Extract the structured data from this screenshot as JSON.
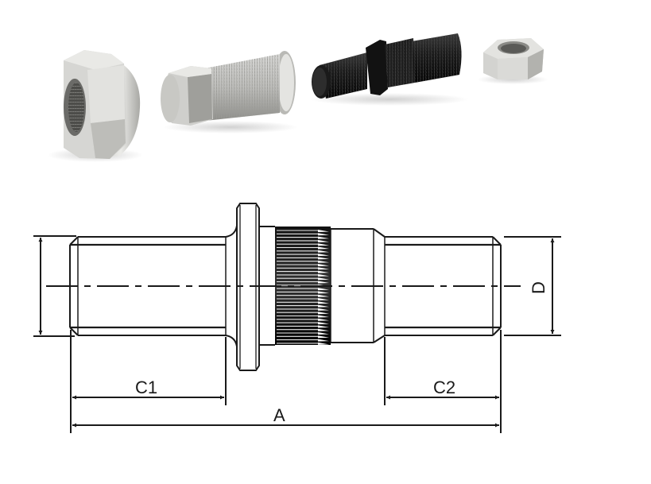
{
  "figure": {
    "type": "technical drawing with product renders",
    "subject": "wheel stud kit"
  },
  "products": [
    {
      "name": "hex-cap-nut",
      "finish": "silver"
    },
    {
      "name": "sleeve-nut-threaded",
      "finish": "silver"
    },
    {
      "name": "double-end-wheel-stud",
      "finish": "black"
    },
    {
      "name": "hex-nut",
      "finish": "silver"
    }
  ],
  "drawing": {
    "dimensions": {
      "c1": "C1",
      "c2": "C2",
      "a": "A",
      "d": "D"
    },
    "line_color": "#1a1a1a"
  }
}
